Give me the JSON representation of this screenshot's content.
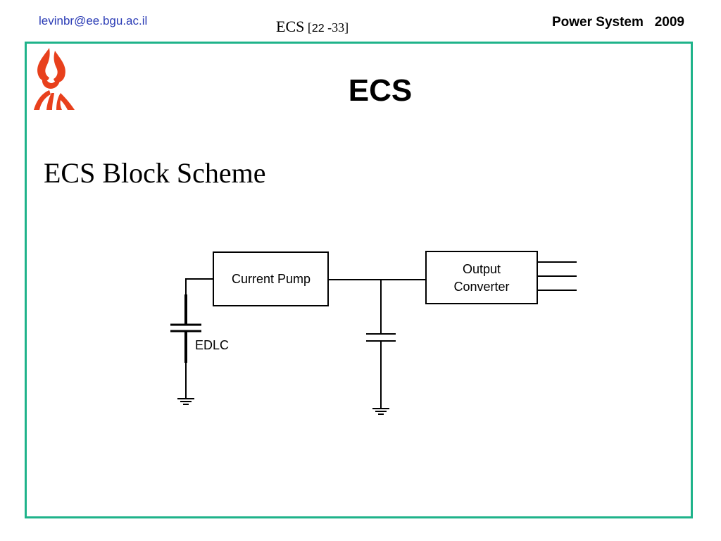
{
  "header": {
    "email": "levinbr@ee.bgu.ac.il",
    "center_title": "ECS",
    "page_open": "[",
    "page_current": "22",
    "page_sep": "-",
    "page_total": "33",
    "page_close": "]",
    "course": "Power System   2009"
  },
  "slide": {
    "title": "ECS",
    "subtitle": "ECS Block Scheme"
  },
  "diagram": {
    "blocks": {
      "current_pump": "Current Pump",
      "output_converter_line1": "Output",
      "output_converter_line2": "Converter"
    },
    "labels": {
      "edlc": "EDLC"
    }
  },
  "colors": {
    "frame": "#1fb38a",
    "email": "#2a3bb5",
    "logo": "#e8401c"
  }
}
